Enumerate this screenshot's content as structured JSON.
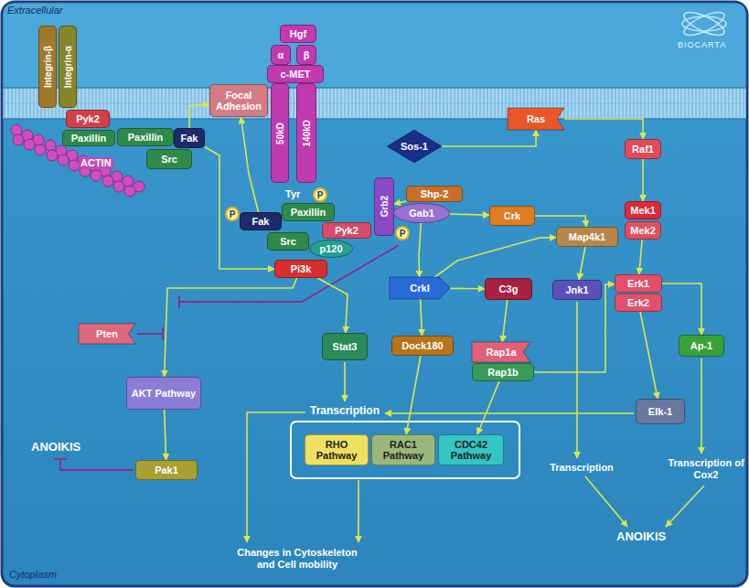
{
  "diagram": {
    "nodes": [
      {
        "text": [
          "Integrin-β"
        ]
      },
      {
        "text": [
          "Integrin-α"
        ]
      },
      {
        "text": [
          "Hgf"
        ]
      },
      {
        "text": [
          "α"
        ]
      },
      {
        "text": [
          "β"
        ]
      },
      {
        "text": [
          "c-MET"
        ]
      },
      {
        "text": [
          "Focal Adhesion"
        ]
      },
      {
        "text": [
          "50kD"
        ]
      },
      {
        "text": [
          "140kD"
        ]
      },
      {
        "text": [
          "Pyk2"
        ]
      },
      {
        "text": [
          "Ras"
        ]
      },
      {
        "text": [
          "Paxillin"
        ]
      },
      {
        "text": [
          "Paxillin"
        ]
      },
      {
        "text": [
          "Fak"
        ]
      },
      {
        "text": [
          "Sos-1"
        ]
      },
      {
        "text": [
          "Raf1"
        ]
      },
      {
        "text": [
          "Src"
        ]
      },
      {
        "text": [
          "Shp-2"
        ]
      },
      {
        "text": [
          "P"
        ]
      },
      {
        "text": [
          "Grb2"
        ]
      },
      {
        "text": [
          "P"
        ]
      },
      {
        "text": [
          "Paxillin"
        ]
      },
      {
        "text": [
          "Gab1"
        ]
      },
      {
        "text": [
          "Crk"
        ]
      },
      {
        "text": [
          "Fak"
        ]
      },
      {
        "text": [
          "Pyk2"
        ]
      },
      {
        "text": [
          "Mek1"
        ]
      },
      {
        "text": [
          "Mek2"
        ]
      },
      {
        "text": [
          "Map4k1"
        ]
      },
      {
        "text": [
          "P"
        ]
      },
      {
        "text": [
          "Src"
        ]
      },
      {
        "text": [
          "p120"
        ]
      },
      {
        "text": [
          "Pi3k"
        ]
      },
      {
        "text": [
          "Erk1"
        ]
      },
      {
        "text": [
          "Crkl"
        ]
      },
      {
        "text": [
          "C3g"
        ]
      },
      {
        "text": [
          "Jnk1"
        ]
      },
      {
        "text": [
          "Erk2"
        ]
      },
      {
        "text": [
          "Pten"
        ]
      },
      {
        "text": [
          "Stat3"
        ]
      },
      {
        "text": [
          "Ap-1"
        ]
      },
      {
        "text": [
          "Dock180"
        ]
      },
      {
        "text": [
          "Rap1a"
        ]
      },
      {
        "text": [
          "Rap1b"
        ]
      },
      {
        "text": [
          "AKT Pathway"
        ]
      },
      {
        "text": [
          "Elk-1"
        ]
      },
      {
        "text": [
          "RHO Pathway"
        ]
      },
      {
        "text": [
          "RAC1 Pathway"
        ]
      },
      {
        "text": [
          "CDC42 Pathway"
        ]
      },
      {
        "text": [
          "Pak1"
        ]
      }
    ],
    "edges": [
      {
        "from": 13,
        "to": 6,
        "arrow": "to"
      },
      {
        "from": 24,
        "to": 6,
        "arrow": "to"
      },
      {
        "from": 13,
        "to": 32,
        "arrow": "to"
      },
      {
        "from": 14,
        "to": 10,
        "arrow": "to"
      },
      {
        "from": 10,
        "to": 15,
        "arrow": "to"
      },
      {
        "from": 15,
        "to": 26,
        "arrow": "to"
      },
      {
        "from": 27,
        "to": 33,
        "arrow": "to"
      },
      {
        "from": 33,
        "to": 40,
        "arrow": "to"
      },
      {
        "from": 37,
        "to": 45,
        "arrow": "to"
      },
      {
        "from": 17,
        "to": 19,
        "arrow": "to"
      },
      {
        "from": 22,
        "to": 23,
        "arrow": "to"
      },
      {
        "from": 23,
        "to": 28,
        "arrow": "to"
      },
      {
        "from": 28,
        "to": 36,
        "arrow": "to"
      },
      {
        "from": 22,
        "to": 34,
        "arrow": "to"
      },
      {
        "from": 34,
        "to": 28,
        "arrow": "to"
      },
      {
        "from": 34,
        "to": 35,
        "arrow": "to"
      },
      {
        "from": 35,
        "to": 42,
        "arrow": "to"
      },
      {
        "from": 34,
        "to": 41,
        "arrow": "to"
      },
      {
        "from": 43,
        "to": 33,
        "arrow": "to"
      },
      {
        "from": 32,
        "to": 39,
        "arrow": "to"
      },
      {
        "from": 32,
        "to": 44,
        "arrow": "to"
      },
      {
        "from": 44,
        "to": 49,
        "arrow": "to"
      },
      {
        "from": 41,
        "to": 47,
        "arrow": "to"
      },
      {
        "from": 43,
        "to": 48,
        "arrow": "to"
      }
    ],
    "labels": [
      "Extracellular",
      "BIOCARTA",
      "ACTIN",
      "Tyr",
      "ANOIKIS",
      "Transcription",
      "Transcription",
      "Transcription of Cox2",
      "Changes in Cytoskeleton and Cell mobility",
      "ANOIKIS",
      "Cytoplasm"
    ]
  }
}
